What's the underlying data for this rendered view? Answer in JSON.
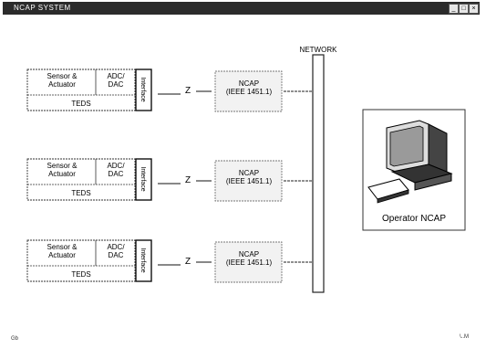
{
  "window": {
    "title": "NCAP SYSTEM",
    "controls": [
      "_",
      "□",
      "×"
    ]
  },
  "network": {
    "label": "NETWORK"
  },
  "nodes": [
    {
      "sensor": "Sensor &\nActuator",
      "adc": "ADC/\nDAC",
      "teds": "TEDS",
      "interface": "Interface",
      "link": "Z",
      "ncap": "NCAP\n(IEEE 1451.1)"
    },
    {
      "sensor": "Sensor &\nActuator",
      "adc": "ADC/\nDAC",
      "teds": "TEDS",
      "interface": "Interface",
      "link": "Z",
      "ncap": "NCAP\n(IEEE 1451.1)"
    },
    {
      "sensor": "Sensor &\nActuator",
      "adc": "ADC/\nDAC",
      "teds": "TEDS",
      "interface": "Interface",
      "link": "Z",
      "ncap": "NCAP\n(IEEE 1451.1)"
    }
  ],
  "operator": {
    "label": "Operator NCAP",
    "icon": "computer-icon"
  },
  "footer": {
    "left": "Gb",
    "right": "\\..M"
  }
}
